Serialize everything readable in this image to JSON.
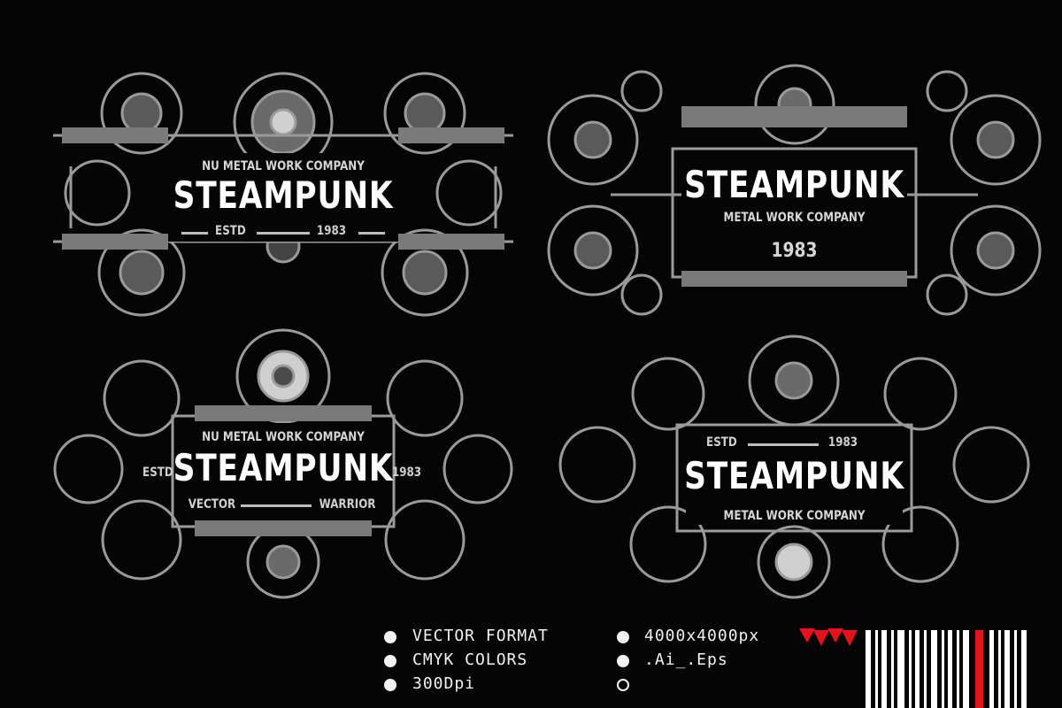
{
  "colors": {
    "background": "#050505",
    "metal_light": "#bdbdbd",
    "metal_mid": "#8a8a8a",
    "metal_dark": "#4a4a4a",
    "accent": "#e0151b"
  },
  "emblems": [
    {
      "company": "NU METAL WORK COMPANY",
      "title": "STEAMPUNK",
      "estd": "ESTD",
      "year": "1983"
    },
    {
      "title": "STEAMPUNK",
      "company": "METAL WORK COMPANY",
      "year": "1983"
    },
    {
      "company": "NU METAL WORK COMPANY",
      "title": "STEAMPUNK",
      "estd": "ESTD",
      "year": "1983",
      "left_tag": "VECTOR",
      "right_tag": "WARRIOR"
    },
    {
      "estd": "ESTD",
      "year": "1983",
      "title": "STEAMPUNK",
      "company": "METAL WORK COMPANY"
    }
  ],
  "features": {
    "left": [
      "VECTOR FORMAT",
      "CMYK COLORS",
      "300Dpi"
    ],
    "right": [
      "4000x4000px",
      ".Ai_.Eps",
      ""
    ]
  },
  "logo": {
    "icon": "warrior-logo-icon"
  },
  "barcode": {
    "icon": "barcode-icon"
  }
}
